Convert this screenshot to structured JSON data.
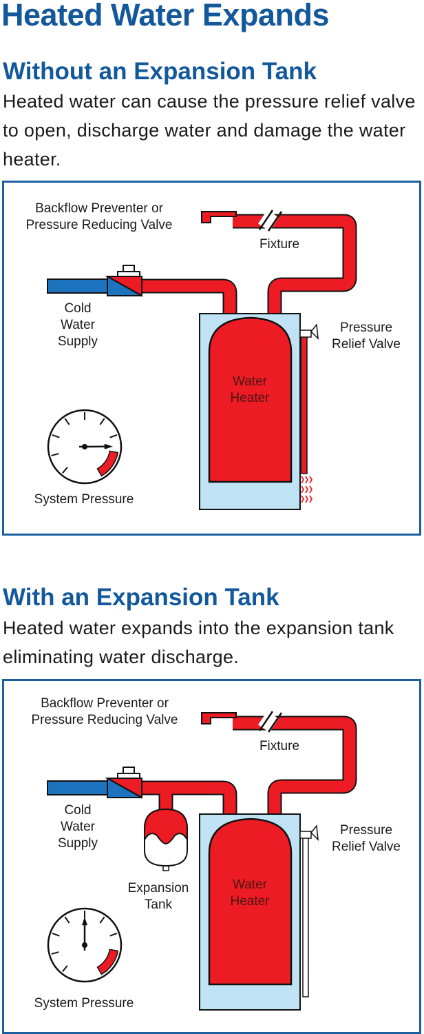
{
  "title": "Heated Water Expands",
  "colors": {
    "title_blue": "#12589b",
    "border_blue": "#1c5fa0",
    "hot_red": "#ed1c24",
    "cold_blue": "#1e73be",
    "tank_jacket": "#bfe3f4",
    "gauge_red": "#ed1c24"
  },
  "sections": [
    {
      "heading": "Without an Expansion Tank",
      "description": "Heated water can cause the pressure relief valve to open, discharge water and damage the water heater.",
      "diagram": {
        "backflow_label": "Backflow Preventer or Pressure Reducing Valve",
        "fixture_label": "Fixture",
        "cold_supply_label": "Cold Water Supply",
        "relief_valve_label": "Pressure Relief Valve",
        "heater_label": "Water Heater",
        "gauge_label": "System Pressure",
        "has_expansion_tank": false,
        "relief_valve_discharging": true,
        "gauge_reading_fraction": 0.82
      }
    },
    {
      "heading": "With an Expansion Tank",
      "description": "Heated water expands into the expansion tank eliminating water discharge.",
      "diagram": {
        "backflow_label": "Backflow Preventer or Pressure Reducing Valve",
        "fixture_label": "Fixture",
        "cold_supply_label": "Cold Water Supply",
        "relief_valve_label": "Pressure Relief Valve",
        "heater_label": "Water Heater",
        "expansion_tank_label": "Expansion Tank",
        "gauge_label": "System Pressure",
        "has_expansion_tank": true,
        "relief_valve_discharging": false,
        "gauge_reading_fraction": 0.5
      }
    }
  ]
}
